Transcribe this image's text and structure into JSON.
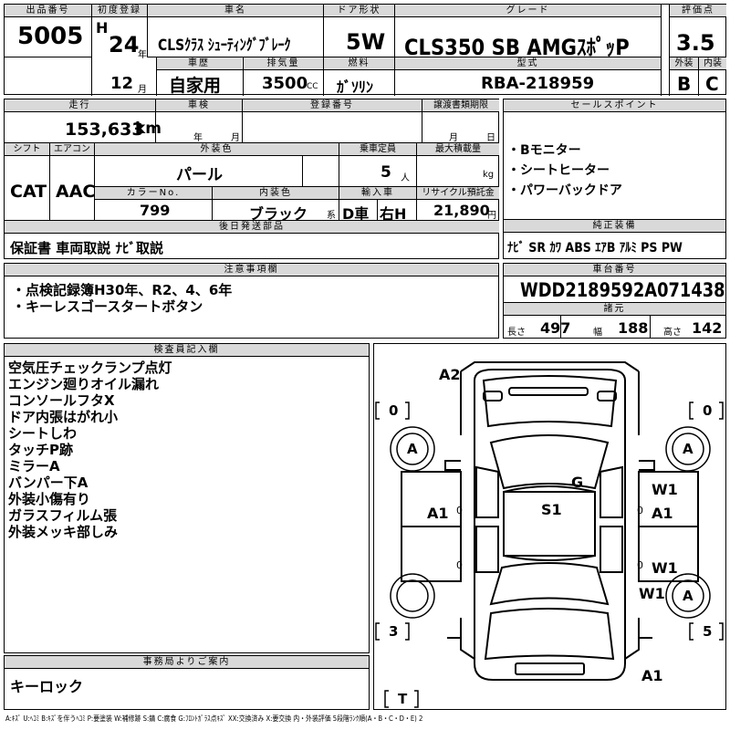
{
  "top": {
    "hdr_lot": "出品番号",
    "hdr_first_reg": "初度登録",
    "hdr_car_name": "車名",
    "hdr_door": "ドア形状",
    "hdr_grade": "グレード",
    "hdr_score": "評価点",
    "lot": "5005",
    "era": "H",
    "year": "24",
    "year_unit": "年",
    "month": "12",
    "month_unit": "月",
    "car_name": "CLSｸﾗｽ ｼｭｰﾃｨﾝｸﾞﾌﾞﾚｰｸ",
    "door": "5W",
    "grade": "CLS350 SB AMGｽﾎﾟｯP",
    "score": "3.5",
    "hdr_history": "車歴",
    "hdr_displacement": "排気量",
    "hdr_fuel": "燃料",
    "hdr_model": "型式",
    "hdr_ext": "外装",
    "hdr_int": "内装",
    "history": "自家用",
    "displacement": "3500",
    "cc": "CC",
    "fuel": "ｶﾞｿﾘﾝ",
    "model": "RBA-218959",
    "ext_grade": "B",
    "int_grade": "C"
  },
  "mid": {
    "hdr_mileage": "走行",
    "hdr_inspection": "車検",
    "hdr_reg_no": "登録番号",
    "hdr_transfer": "譲渡書類期限",
    "mileage": "153,633",
    "km": "km",
    "insp_year_unit": "年",
    "insp_month_unit": "月",
    "transfer_month_unit": "月",
    "transfer_day_unit": "日",
    "hdr_shift": "シフト",
    "hdr_ac": "エアコン",
    "hdr_ext_color": "外装色",
    "hdr_capacity": "乗車定員",
    "hdr_max_load": "最大積載量",
    "shift": "CAT",
    "ac": "AAC",
    "ext_color": "パール",
    "capacity": "5",
    "capacity_unit": "人",
    "load_unit": "kg",
    "hdr_color_no": "カラーNo.",
    "hdr_int_color": "内装色",
    "hdr_import": "輸入車",
    "hdr_recycle": "リサイクル預託金",
    "color_no": "799",
    "int_color": "ブラック",
    "int_color_suffix": "系",
    "import_type": "D車",
    "steering": "右H",
    "recycle": "21,890",
    "recycle_unit": "円",
    "hdr_accessories": "後日発送部品",
    "accessories": "保証書 車両取説 ﾅﾋﾞ取説"
  },
  "sales": {
    "header": "セールスポイント",
    "points": [
      "・Bモニター",
      "・シートヒーター",
      "・パワーバックドア"
    ]
  },
  "equipment": {
    "header": "純正装備",
    "items": "ﾅﾋﾞ SR ｶﾜ ABS ｴｱB ｱﾙﾐ PS PW"
  },
  "notes": {
    "header": "注意事項欄",
    "lines": [
      "・点検記録簿H30年、R2、4、6年",
      "・キーレスゴースタートボタン"
    ]
  },
  "chassis": {
    "header": "車台番号",
    "vin": "WDD2189592A071438",
    "dims_header": "諸元",
    "length_label": "長さ",
    "length": "497",
    "width_label": "幅",
    "width": "188",
    "height_label": "高さ",
    "height": "142"
  },
  "inspector": {
    "header": "検査員記入欄",
    "lines": [
      "空気圧チェックランプ点灯",
      "エンジン廻りオイル漏れ",
      "コンソールフタX",
      "ドア内張はがれ小",
      "シートしわ",
      "タッチP跡",
      "ミラーA",
      "バンパー下A",
      "外装小傷有り",
      "ガラスフィルム張",
      "外装メッキ部しみ"
    ]
  },
  "office": {
    "header": "事務局よりご案内",
    "text": "キーロック"
  },
  "diagram": {
    "marks": {
      "a2": "A2",
      "g": "G",
      "s1": "S1",
      "w1_a": "W1",
      "a1_r": "A1",
      "a1_l": "A1",
      "w1_b": "W1",
      "w1_c": "W1",
      "a1_bottom": "A1",
      "wheel_fl": "A",
      "wheel_fr": "A",
      "wheel_rr": "A",
      "tire_fl": "0",
      "tire_fr": "0",
      "tire_rl": "3",
      "tire_rr": "5",
      "spare": "T",
      "side_l1": "0",
      "side_l2": "0",
      "side_r1": "0",
      "side_r2": "0"
    }
  },
  "legend": "A:ｷｽﾞ U:ﾍｺﾐ B:ｷｽﾞを伴うﾍｺﾐ P:要塗装 W:補修跡 S:錆 C:腐食 G:ﾌﾛﾝﾄｶﾞﾗｽ点ｷｽﾞ XX:交換済み X:要交換 内・外装評価 5段階ﾗﾝｸ順(A・B・C・D・E) 2"
}
